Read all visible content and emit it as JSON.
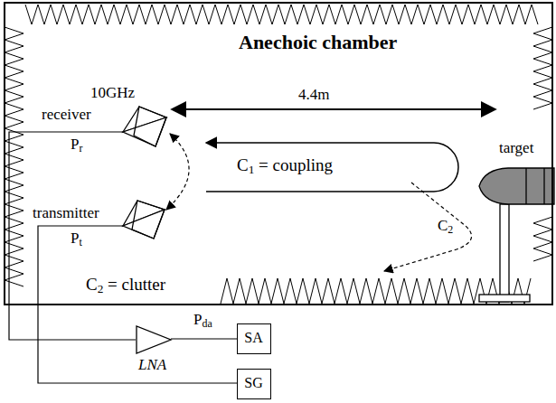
{
  "diagram": {
    "nodes": [
      {
        "text": [
          "Anechoic chamber"
        ]
      },
      {
        "text": [
          "LNA"
        ]
      },
      {
        "text": [
          "SA"
        ]
      },
      {
        "text": [
          "SG"
        ]
      }
    ],
    "edges": [
      {
        "from": 1,
        "to": 2,
        "arrow": "none"
      }
    ],
    "labels": [
      "10GHz",
      "receiver",
      "Pr",
      "4.4m",
      "C1 = coupling",
      "transmitter",
      "Pt",
      "C2",
      "target",
      "C2 = clutter",
      "Pda"
    ]
  }
}
